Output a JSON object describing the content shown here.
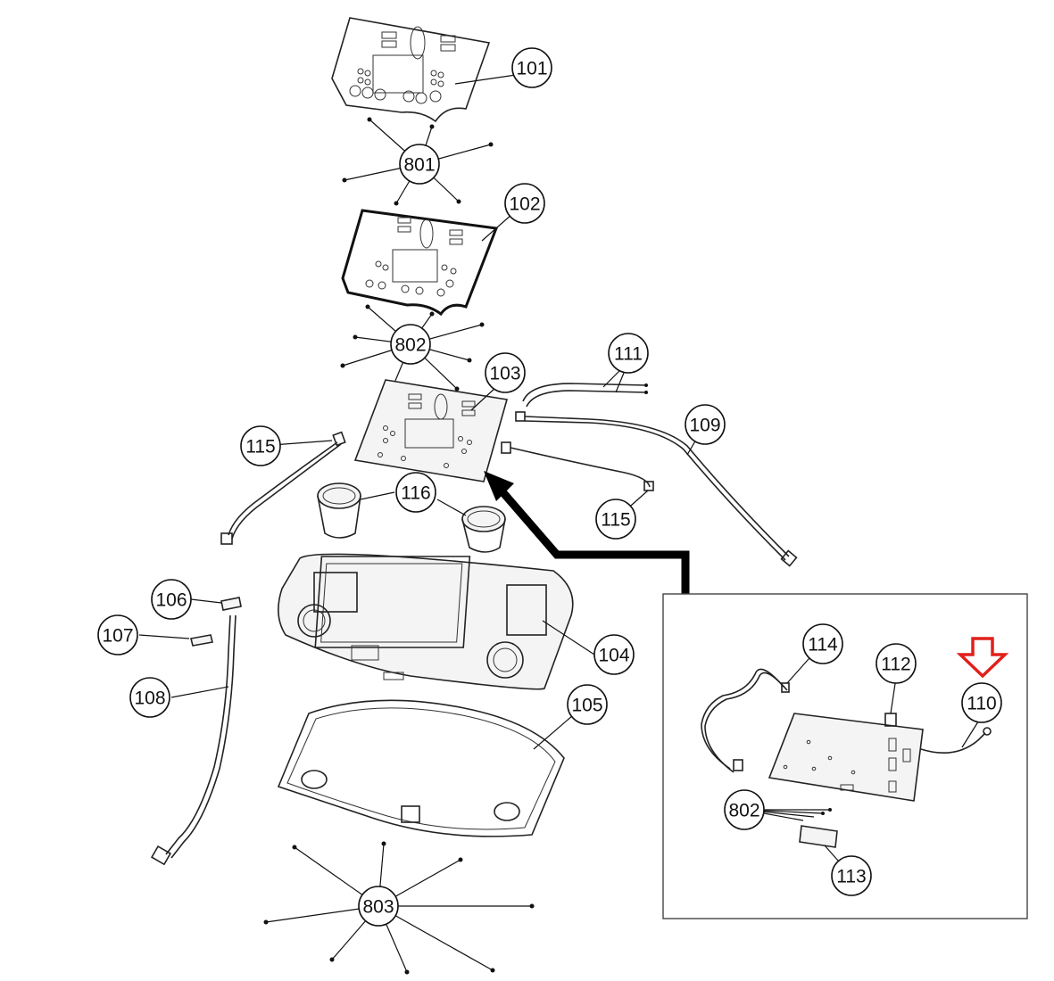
{
  "diagram": {
    "callouts": [
      {
        "id": "101",
        "label": "101"
      },
      {
        "id": "801",
        "label": "801"
      },
      {
        "id": "102",
        "label": "102"
      },
      {
        "id": "802a",
        "label": "802"
      },
      {
        "id": "103",
        "label": "103"
      },
      {
        "id": "111",
        "label": "111"
      },
      {
        "id": "109",
        "label": "109"
      },
      {
        "id": "115a",
        "label": "115"
      },
      {
        "id": "115b",
        "label": "115"
      },
      {
        "id": "116",
        "label": "116"
      },
      {
        "id": "106",
        "label": "106"
      },
      {
        "id": "107",
        "label": "107"
      },
      {
        "id": "108",
        "label": "108"
      },
      {
        "id": "104",
        "label": "104"
      },
      {
        "id": "105",
        "label": "105"
      },
      {
        "id": "803",
        "label": "803"
      },
      {
        "id": "114",
        "label": "114"
      },
      {
        "id": "112",
        "label": "112"
      },
      {
        "id": "110",
        "label": "110"
      },
      {
        "id": "802b",
        "label": "802"
      },
      {
        "id": "113",
        "label": "113"
      }
    ],
    "highlight": {
      "target": "110",
      "color": "#e0201b",
      "icon": "down-arrow-icon"
    },
    "pointer_arrow_color": "#000000"
  }
}
